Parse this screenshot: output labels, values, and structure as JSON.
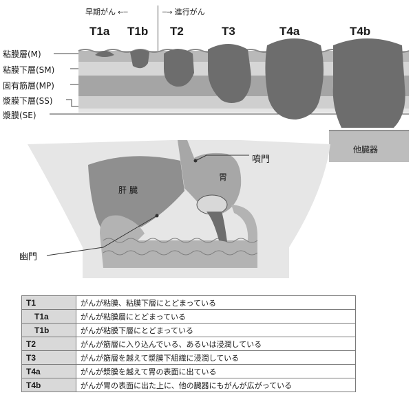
{
  "header": {
    "early_label": "早期がん",
    "advanced_label": "進行がん"
  },
  "stages": [
    "T1a",
    "T1b",
    "T2",
    "T3",
    "T4a",
    "T4b"
  ],
  "layers": [
    "粘膜層(M)",
    "粘膜下層(SM)",
    "固有筋層(MP)",
    "漿膜下層(SS)",
    "漿膜(SE)"
  ],
  "other_organ": "他臓器",
  "organs": {
    "cardia": "噴門",
    "stomach": "胃",
    "liver": "肝臓",
    "pylorus": "幽門"
  },
  "table": {
    "rows": [
      {
        "code": "T1",
        "desc": "がんが粘膜、粘膜下層にとどまっている",
        "sub": false
      },
      {
        "code": "T1a",
        "desc": "がんが粘膜層にとどまっている",
        "sub": true
      },
      {
        "code": "T1b",
        "desc": "がんが粘膜下層にとどまっている",
        "sub": true
      },
      {
        "code": "T2",
        "desc": "がんが筋層に入り込んでいる、あるいは浸潤している",
        "sub": false
      },
      {
        "code": "T3",
        "desc": "がんが筋層を越えて漿膜下組織に浸潤している",
        "sub": false
      },
      {
        "code": "T4a",
        "desc": "がんが漿膜を越えて胃の表面に出ている",
        "sub": false
      },
      {
        "code": "T4b",
        "desc": "がんが胃の表面に出た上に、他の臓器にもがんが広がっている",
        "sub": false
      }
    ]
  }
}
